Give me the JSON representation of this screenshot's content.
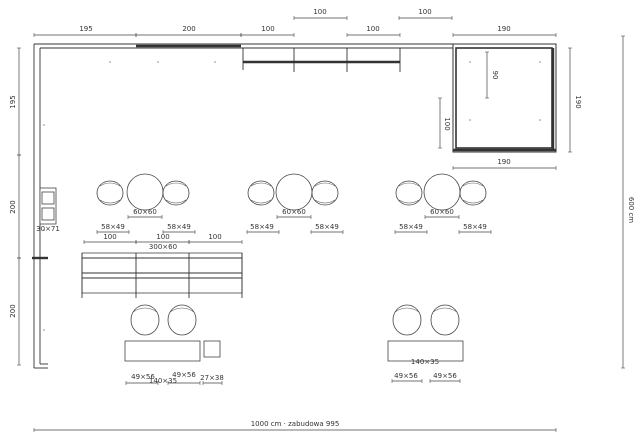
{
  "top_dims": {
    "d195": "195",
    "d200": "200",
    "d100a": "100",
    "d100b": "100",
    "d100c": "100",
    "d100d": "100",
    "d190": "190"
  },
  "left_dims": {
    "d195": "195",
    "d200": "200",
    "d200b": "200"
  },
  "right_dims": {
    "d190": "190",
    "d600": "600 cm"
  },
  "booth": {
    "d90": "90",
    "d100": "100",
    "d190": "190"
  },
  "side_table": {
    "label": "30×71"
  },
  "table_groups": [
    {
      "table": "60×60",
      "chair_left": "58×49",
      "chair_right": "58×49"
    },
    {
      "table": "60×60",
      "chair_left": "58×49",
      "chair_right": "58×49"
    },
    {
      "table": "60×60",
      "chair_left": "58×49",
      "chair_right": "58×49"
    }
  ],
  "counter": {
    "seg1": "100",
    "seg2": "100",
    "seg3": "100",
    "total": "300×60"
  },
  "lounge_left": {
    "chair1": "49×56",
    "chair2": "49×56",
    "bench": "140×35",
    "stool": "27×38"
  },
  "lounge_right": {
    "bench": "140×35",
    "chair1": "49×56",
    "chair2": "49×56"
  },
  "bottom": {
    "total": "1000 cm · zabudowa 995"
  }
}
